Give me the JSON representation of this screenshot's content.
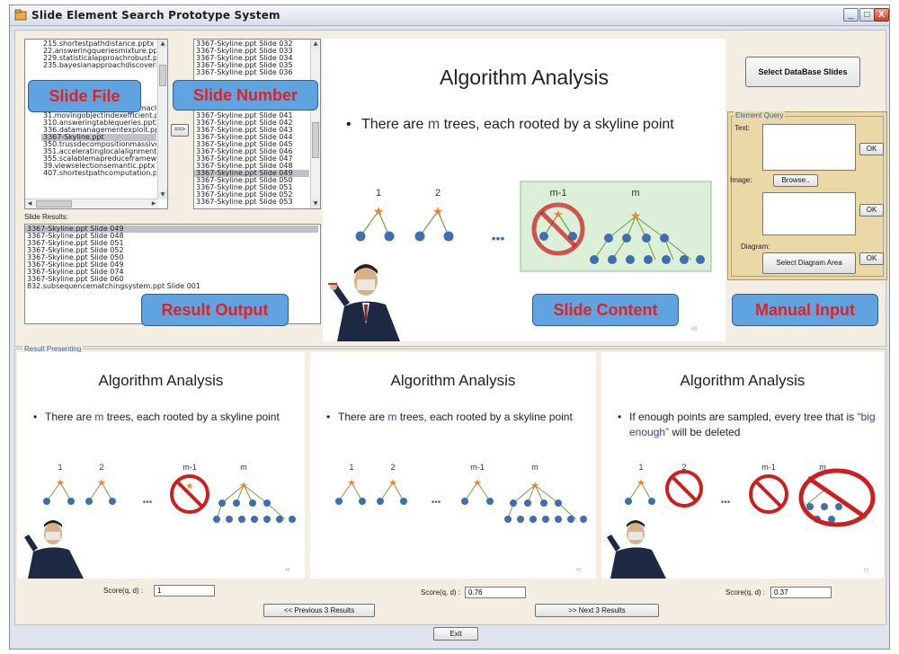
{
  "window": {
    "title": "Slide Element Search Prototype System",
    "controls": {
      "minimize": "_",
      "maximize": "□",
      "close": "X"
    }
  },
  "slide_files": [
    "215.shortestpathdistance.pptx",
    "22.answeringqueriesmixture.pptx",
    "229.statisticalapproachrobust.pp",
    "235.bayesianapproachdiscoverin",
    "",
    "",
    "",
    "",
    "",
    "295.distributedframework.machin",
    "31.movingobjectindexefficient.pp",
    "310.answeringtablequeries.pptx",
    "336.datamanagementexploit.pptx",
    "3367-Skyline.ppt",
    "350.trussdecompositionmassive.",
    "351.acceleratinglocalalignment.p",
    "355.scalablemapreduceframewor",
    "39.viewselectionsemantic.pptx",
    "407.shortestpathcomputation.ppt"
  ],
  "slide_files_selected": 13,
  "slide_numbers": [
    "3367-Skyline.ppt Slide 032",
    "3367-Skyline.ppt Slide 033",
    "3367-Skyline.ppt Slide 034",
    "3367-Skyline.ppt Slide 035",
    "3367-Skyline.ppt Slide 036",
    "",
    "",
    "",
    "",
    "",
    "3367-Skyline.ppt Slide 041",
    "3367-Skyline.ppt Slide 042",
    "3367-Skyline.ppt Slide 043",
    "3367-Skyline.ppt Slide 044",
    "3367-Skyline.ppt Slide 045",
    "3367-Skyline.ppt Slide 046",
    "3367-Skyline.ppt Slide 047",
    "3367-Skyline.ppt Slide 048",
    "3367-Skyline.ppt Slide 049",
    "3367-Skyline.ppt Slide 050",
    "3367-Skyline.ppt Slide 051",
    "3367-Skyline.ppt Slide 052",
    "3367-Skyline.ppt Slide 053"
  ],
  "slide_numbers_selected": 18,
  "transfer_button": "==>",
  "slide_results_label": "Slide Results:",
  "slide_results": [
    "3367-Skyline.ppt Slide 049",
    "3367-Skyline.ppt Slide 048",
    "3367-Skyline.ppt Slide 051",
    "3367-Skyline.ppt Slide 052",
    "3367-Skyline.ppt Slide 050",
    "3367-Skyline.ppt Slide 049",
    "3367-Skyline.ppt Slide 074",
    "3367-Skyline.ppt Slide 060",
    "832.subsequencematchingsystem.ppt Slide 001"
  ],
  "slide_results_selected": 0,
  "callouts": {
    "slide_file": "Slide File",
    "slide_number": "Slide Number",
    "result_output": "Result Output",
    "slide_content": "Slide Content",
    "manual_input": "Manual Input"
  },
  "main_slide": {
    "title": "Algorithm Analysis",
    "bullet_pre": "There are ",
    "bullet_m": "m",
    "bullet_post": " trees, each rooted by a skyline point",
    "labels": [
      "1",
      "2",
      "m-1",
      "m"
    ],
    "dots": "•••",
    "page": "49"
  },
  "select_db_button": "Select DataBase Slides",
  "element_query": {
    "legend": "Element Query",
    "text_label": "Text:",
    "image_label": "Image:",
    "diagram_label": "Diagram:",
    "ok": "OK",
    "browse": "Browse..",
    "select_diagram": "Select Diagram Area"
  },
  "result_presenting": {
    "legend": "Result Presenting",
    "slides": [
      {
        "title": "Algorithm Analysis",
        "bullet_pre": "There are ",
        "bullet_m": "m",
        "bullet_post": " trees, each rooted by a skyline point",
        "page": "49",
        "score_label": "Score(q, d) :",
        "score": "1"
      },
      {
        "title": "Algorithm Analysis",
        "bullet_pre": "There are ",
        "bullet_m": "m",
        "bullet_post": " trees, each rooted by a skyline point",
        "page": "42",
        "score_label": "Score(q, d) :",
        "score": "0.76"
      },
      {
        "title": "Algorithm Analysis",
        "bullet_pre": "If enough points are sampled, every tree that is ",
        "bullet_m": "“big enough”",
        "bullet_post": " will be deleted",
        "page": "51",
        "score_label": "Score(q, d) :",
        "score": "0.37"
      }
    ],
    "prev_button": "<<   Previous 3 Results",
    "next_button": ">>   Next 3 Results"
  },
  "exit_button": "Exit",
  "colors": {
    "tree_node": "#3f6fb0",
    "star": "#f08030",
    "arrow": "#6fa040",
    "no_sign": "#cc2020",
    "callout_bg": "#5fa3e0"
  }
}
